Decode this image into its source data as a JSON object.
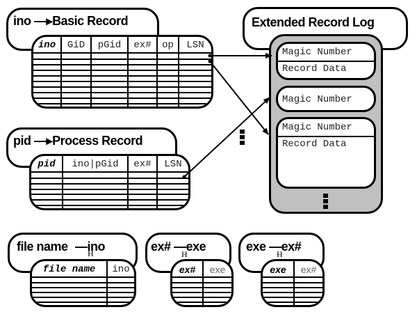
{
  "basic_record": {
    "title": "ino → Basic Record",
    "title_key": "ino",
    "title_value": "Basic Record",
    "columns": [
      {
        "label": "ino",
        "key": true
      },
      {
        "label": "GiD",
        "key": false
      },
      {
        "label": "pGid",
        "key": false
      },
      {
        "label": "ex#",
        "key": false
      },
      {
        "label": "op",
        "key": false
      },
      {
        "label": "LSN",
        "key": false
      }
    ]
  },
  "process_record": {
    "title": "pid → Process Record",
    "title_key": "pid",
    "title_value": "Process Record",
    "columns": [
      {
        "label": "pid",
        "key": true
      },
      {
        "label": "ino|pGid",
        "key": false
      },
      {
        "label": "ex#",
        "key": false
      },
      {
        "label": "LSN",
        "key": false
      }
    ]
  },
  "extended_log": {
    "title": "Extended Record Log",
    "entries": [
      {
        "magic": "Magic Number",
        "data": "Record Data"
      },
      {
        "magic": "Magic Number"
      },
      {
        "magic": "Magic Number",
        "data": "Record Data"
      }
    ]
  },
  "filename_map": {
    "title_key": "file name",
    "title_value": "ino",
    "hash_label": "H",
    "columns": [
      {
        "label": "file name",
        "key": true
      },
      {
        "label": "ino",
        "key": false
      }
    ]
  },
  "exnum_map": {
    "title_key": "ex#",
    "title_value": "exe",
    "hash_label": "H",
    "columns": [
      {
        "label": "ex#",
        "key": true
      },
      {
        "label": "exe",
        "key": false
      }
    ]
  },
  "exe_map": {
    "title_key": "exe",
    "title_value": "ex#",
    "hash_label": "H",
    "columns": [
      {
        "label": "exe",
        "key": true
      },
      {
        "label": "ex#",
        "key": false
      }
    ]
  }
}
